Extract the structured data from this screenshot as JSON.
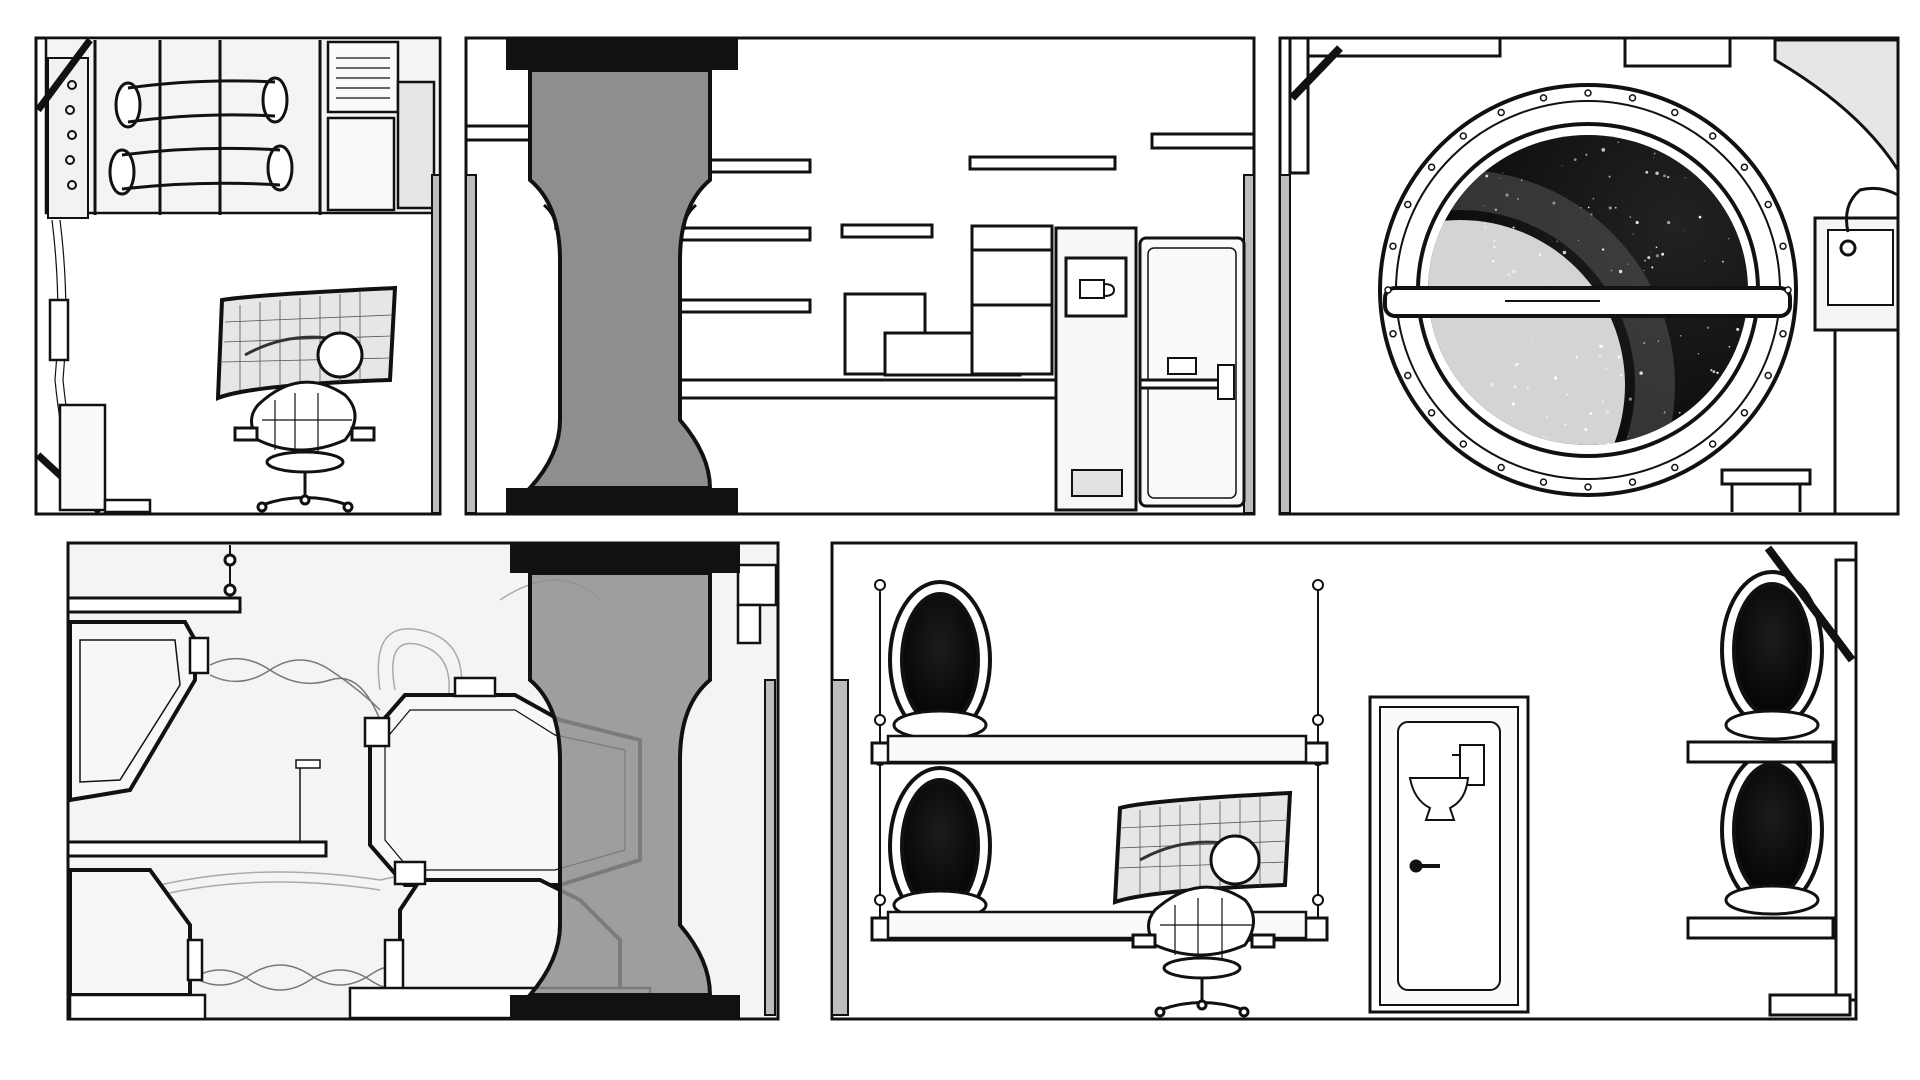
{
  "palette": {
    "ink": "#111111",
    "paper": "#ffffff",
    "panel_fill": "#f6f6f6",
    "column_gray": "#8e8e8e",
    "light_gray": "#d9d9d9",
    "mid_gray": "#bdbdbd",
    "space_black": "#0a0a0a",
    "planet_gray": "#d4d4d4",
    "star_white": "#ffffff"
  },
  "panels": [
    {
      "name": "panel-control-room",
      "content": [
        "wall-pipes",
        "wall-cabinets",
        "curved-monitor",
        "seated-operator",
        "office-chair"
      ]
    },
    {
      "name": "panel-galley-corridor",
      "content": [
        "vertical-shaft-column",
        "wall-shelves",
        "coffee-machine",
        "galley-counter",
        "cabinet-door"
      ]
    },
    {
      "name": "panel-porthole",
      "content": [
        "round-porthole-window",
        "planet",
        "star-field",
        "wall-terminal",
        "stool"
      ]
    },
    {
      "name": "panel-engine-room",
      "content": [
        "vertical-shaft-column",
        "engine-pods",
        "twisted-cables",
        "wall-shelf"
      ]
    },
    {
      "name": "panel-crew-quarters",
      "content": [
        "sleeping-pods",
        "bunk-shelves",
        "curved-monitor",
        "seated-operator",
        "office-chair",
        "toilet-door",
        "toilet-icon"
      ]
    }
  ]
}
